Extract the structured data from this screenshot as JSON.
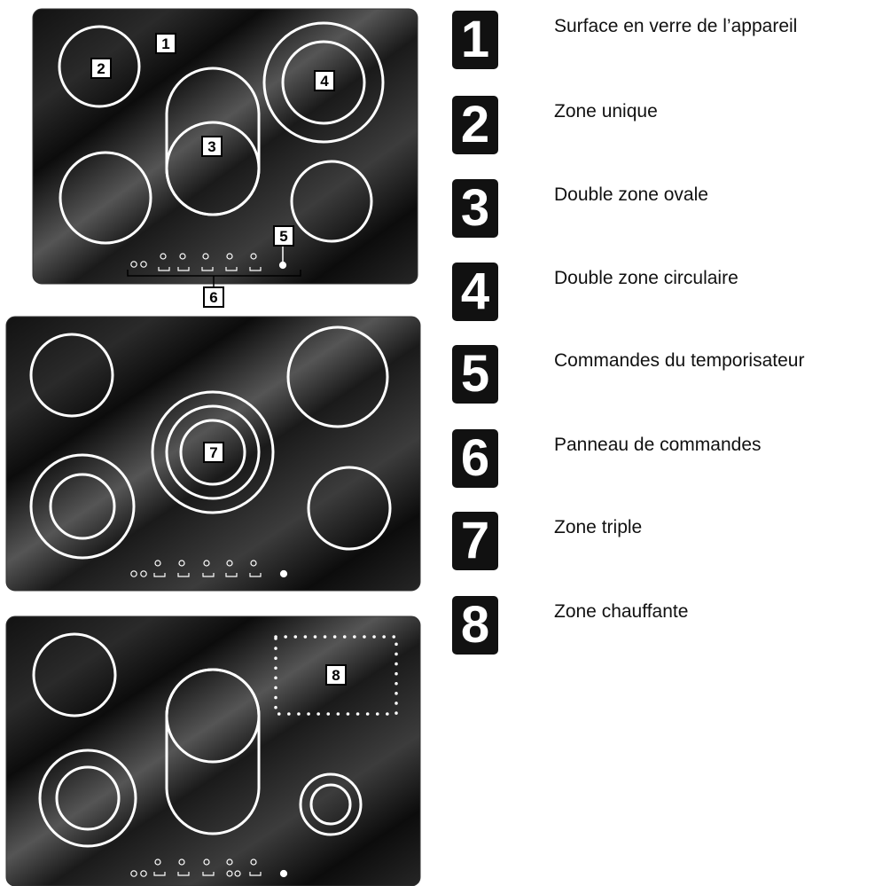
{
  "callouts": {
    "c1": "1",
    "c2": "2",
    "c3": "3",
    "c4": "4",
    "c5": "5",
    "c6": "6",
    "c7": "7",
    "c8": "8"
  },
  "legend": [
    {
      "number": "1",
      "text": "Surface en verre de l’appareil"
    },
    {
      "number": "2",
      "text": "Zone unique"
    },
    {
      "number": "3",
      "text": "Double zone ovale"
    },
    {
      "number": "4",
      "text": "Double zone circulaire"
    },
    {
      "number": "5",
      "text": "Commandes du temporisateur"
    },
    {
      "number": "6",
      "text": "Panneau de commandes"
    },
    {
      "number": "7",
      "text": "Zone triple"
    },
    {
      "number": "8",
      "text": "Zone chauffante"
    }
  ],
  "colors": {
    "glass_dark": "#0b0b0b",
    "glass_sheen": "#5a5a5a",
    "zone_outline": "#ffffff",
    "badge_bg": "#111111"
  }
}
